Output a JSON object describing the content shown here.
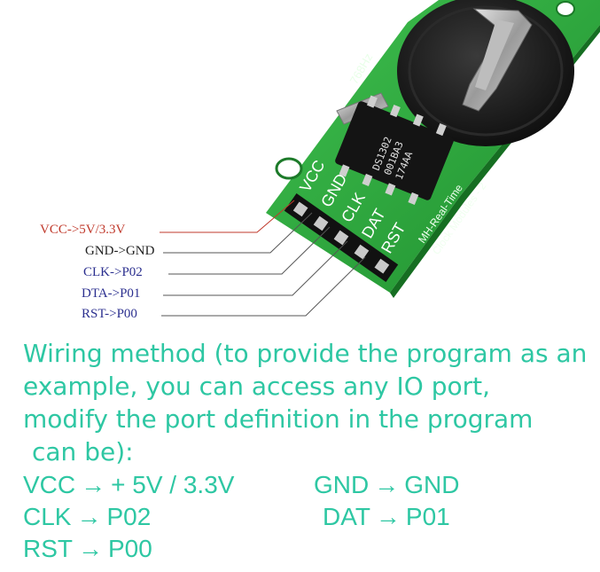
{
  "colors": {
    "board_green": "#2aa43a",
    "accent_teal": "#2ec7a3",
    "vcc_red": "#c0392b",
    "label_black": "#222222",
    "label_blue": "#2b2f8f"
  },
  "board": {
    "silkscreen_pins": [
      "VCC",
      "GND",
      "CLK",
      "DAT",
      "RST"
    ],
    "chip_lines": [
      "DS1302",
      "001BA3",
      "174AA"
    ],
    "module_lines": [
      "MH-Real-Time",
      "Clock Modules - 2"
    ],
    "crystal_label": "768Hz"
  },
  "pin_labels": [
    {
      "text": "VCC->5V/3.3V",
      "color": "#c0392b"
    },
    {
      "text": "GND->GND",
      "color": "#222222"
    },
    {
      "text": "CLK->P02",
      "color": "#2b2f8f"
    },
    {
      "text": "DTA->P01",
      "color": "#2b2f8f"
    },
    {
      "text": "RST->P00",
      "color": "#2b2f8f"
    }
  ],
  "description_lines": [
    "Wiring method (to provide the program as an",
    "example, you can access any IO port,",
    "modify the port definition in the program",
    "can be):"
  ],
  "wiring": [
    {
      "pin": "VCC",
      "arrow": "→",
      "target": "+ 5V / 3.3V"
    },
    {
      "pin": "GND",
      "arrow": "→",
      "target": "GND"
    },
    {
      "pin": "CLK",
      "arrow": "→",
      "target": "P02"
    },
    {
      "pin": "DAT",
      "arrow": "→",
      "target": "P01"
    },
    {
      "pin": "RST",
      "arrow": "→",
      "target": "P00"
    }
  ]
}
